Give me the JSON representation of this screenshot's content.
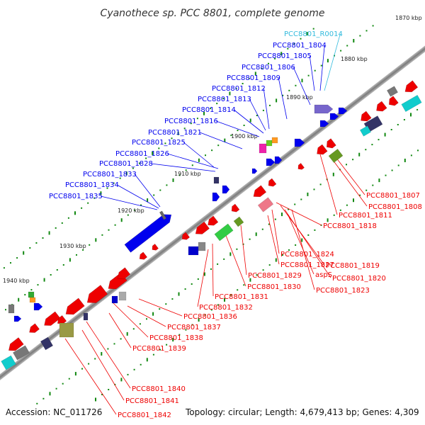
{
  "title": "Cyanothece sp. PCC 8801, complete genome",
  "footer": {
    "accession": "Accession: NC_011726",
    "summary": "Topology: circular; Length: 4,679,413 bp; Genes: 4,309"
  },
  "colors": {
    "forward_gene": "#0000ee",
    "reverse_gene": "#ee0000",
    "rna": "#33bbdd",
    "backbone": "#888888",
    "tick": "#118811"
  },
  "ticks": [
    "1870 kbp",
    "1880 kbp",
    "1890 kbp",
    "1900 kbp",
    "1910 kbp",
    "1920 kbp",
    "1930 kbp",
    "1940 kbp"
  ],
  "labels": {
    "top": [
      "PCC8801_R0014",
      "PCC8801_1804",
      "PCC8801_1805",
      "PCC8801_1806",
      "PCC8801_1809",
      "PCC8801_1812",
      "PCC8801_1813",
      "PCC8801_1814",
      "PCC8801_1816",
      "PCC8801_1821",
      "PCC8801_1825",
      "PCC8801_1826",
      "PCC8801_1828",
      "PCC8801_1833",
      "PCC8801_1834",
      "PCC8801_1835"
    ],
    "bottom": [
      "PCC8801_1807",
      "PCC8801_1808",
      "PCC8801_1811",
      "PCC8801_1818",
      "PCC8801_1824",
      "PCC8801_1819",
      "PCC8801_1827",
      "aspS",
      "PCC8801_1820",
      "PCC8801_1829",
      "PCC8801_1823",
      "PCC8801_1830",
      "PCC8801_1831",
      "PCC8801_1832",
      "PCC8801_1836",
      "PCC8801_1837",
      "PCC8801_1838",
      "PCC8801_1839",
      "PCC8801_1840",
      "PCC8801_1841",
      "PCC8801_1842"
    ]
  }
}
